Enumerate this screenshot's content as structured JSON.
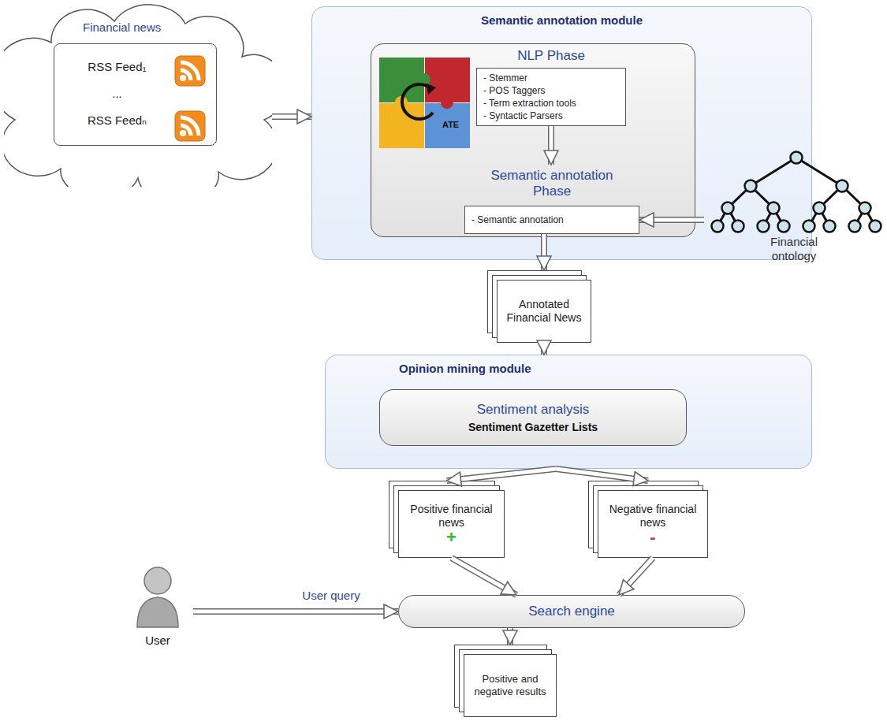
{
  "diagram": {
    "nodes": [
      {
        "text": [
          "Financial news"
        ]
      },
      {
        "text": [
          "RSS Feed₁",
          "...",
          "RSS Feedₙ"
        ],
        "in": 0
      },
      {
        "text": [
          "Semantic annotation module"
        ]
      },
      {
        "text": [
          "NLP Phase",
          "- Stemmer",
          "- POS Taggers",
          "- Term extraction tools",
          "- Syntactic Parsers"
        ],
        "in": 2
      },
      {
        "text": [
          "Semantic annotation Phase",
          "- Semantic annotation"
        ],
        "in": 2
      },
      {
        "text": [
          "Financial ontology"
        ]
      },
      {
        "text": [
          "Annotated Financial News"
        ]
      },
      {
        "text": [
          "Opinion mining module"
        ]
      },
      {
        "text": [
          "Sentiment analysis",
          "Sentiment Gazetter Lists"
        ],
        "in": 7
      },
      {
        "text": [
          "Positive financial news",
          "+"
        ]
      },
      {
        "text": [
          "Negative financial news",
          "-"
        ]
      },
      {
        "text": [
          "User"
        ]
      },
      {
        "text": [
          "Search engine"
        ]
      },
      {
        "text": [
          "Positive and negative results"
        ]
      }
    ],
    "edges": [
      {
        "from": 0,
        "to": 2,
        "arrow": "to"
      },
      {
        "from": 3,
        "to": 4,
        "arrow": "to"
      },
      {
        "from": 5,
        "to": 4,
        "arrow": "to"
      },
      {
        "from": 4,
        "to": 6,
        "arrow": "to"
      },
      {
        "from": 6,
        "to": 7,
        "arrow": "to"
      },
      {
        "from": 7,
        "to": 9,
        "arrow": "to"
      },
      {
        "from": 7,
        "to": 10,
        "arrow": "to"
      },
      {
        "from": 9,
        "to": 12,
        "arrow": "to"
      },
      {
        "from": 10,
        "to": 12,
        "arrow": "to"
      },
      {
        "from": 11,
        "to": 12,
        "label": "User query",
        "arrow": "to"
      },
      {
        "from": 12,
        "to": 13,
        "arrow": "to"
      }
    ],
    "labels": [
      "ATE"
    ]
  }
}
